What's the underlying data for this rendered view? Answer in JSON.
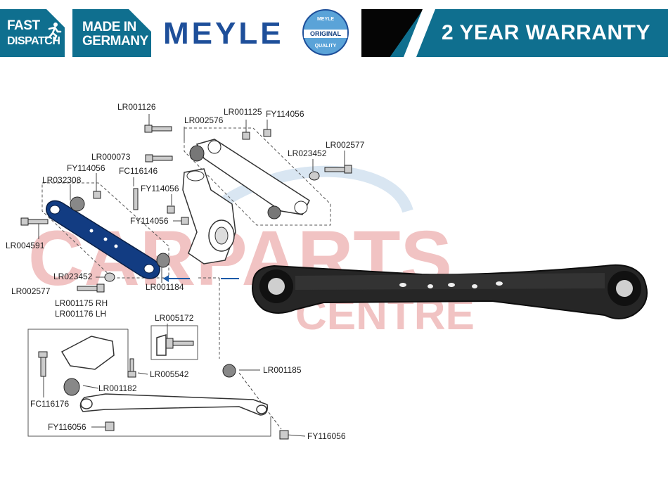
{
  "header": {
    "fast_dispatch": {
      "line1": "FAST",
      "line2": "DISPATCH"
    },
    "made_in": {
      "line1": "MADE IN",
      "line2": "GERMANY"
    },
    "brand": "MEYLE",
    "seal": {
      "top": "MEYLE",
      "middle": "ORIGINAL",
      "bottom": "QUALITY"
    },
    "warranty": "2 YEAR WARRANTY"
  },
  "watermark": {
    "line1": "CARPARTS",
    "line2": "CENTRE"
  },
  "parts": {
    "p1": "LR001126",
    "p2": "LR001125",
    "p3": "FY114056",
    "p4": "LR002576",
    "p5": "LR000073",
    "p6": "LR023452",
    "p7": "LR002577",
    "p8": "FY114056",
    "p9": "FC116146",
    "p10": "LR032308",
    "p11": "FY114056",
    "p12": "FY114056",
    "p13": "LR004591",
    "p14": "LR023452",
    "p15": "LR002577",
    "p16": "LR001184",
    "p17": "LR001175 RH",
    "p18": "LR001176 LH",
    "p19": "LR005172",
    "p20": "LR005542",
    "p21": "LR001182",
    "p22": "FC116176",
    "p23": "LR001185",
    "p24": "FY116056",
    "p25": "FY116056"
  },
  "colors": {
    "banner": "#0f6f8f",
    "brand": "#1e4f9a",
    "highlight_arm": "#123c82",
    "watermark": "#f1c3c3"
  }
}
